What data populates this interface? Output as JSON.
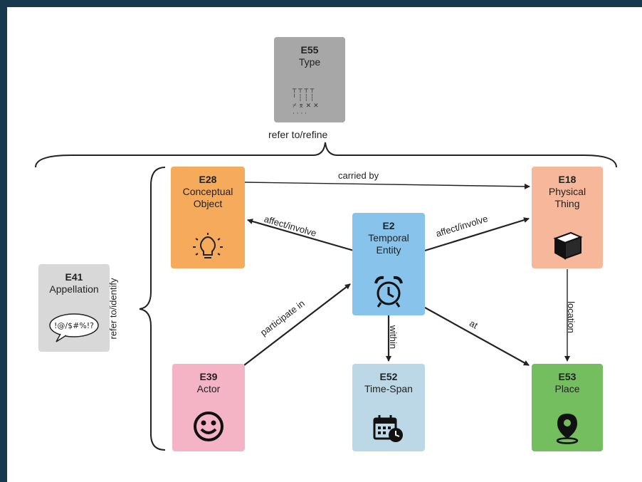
{
  "nodes": {
    "e55": {
      "code": "E55",
      "name": "Type",
      "color": "#a7a7a7"
    },
    "e28": {
      "code": "E28",
      "name": "Conceptual Object",
      "color": "#f6ab5c"
    },
    "e18": {
      "code": "E18",
      "name": "Physical Thing",
      "color": "#f6b79a"
    },
    "e2": {
      "code": "E2",
      "name": "Temporal Entity",
      "color": "#87c3ea"
    },
    "e41": {
      "code": "E41",
      "name": "Appellation",
      "color": "#d8d8d8",
      "bubble_text": "!@/$#%!?"
    },
    "e39": {
      "code": "E39",
      "name": "Actor",
      "color": "#f5b4c6"
    },
    "e52": {
      "code": "E52",
      "name": "Time-Span",
      "color": "#bcd8e6"
    },
    "e53": {
      "code": "E53",
      "name": "Place",
      "color": "#74be5f"
    }
  },
  "relations": {
    "refer_refine": "refer to/refine",
    "refer_identify": "refer to/identify",
    "carried_by": "carried by",
    "affect_left": "affect/involve",
    "affect_right": "affect/involve",
    "participate": "participate in",
    "within": "within",
    "at": "at",
    "location": "location"
  }
}
